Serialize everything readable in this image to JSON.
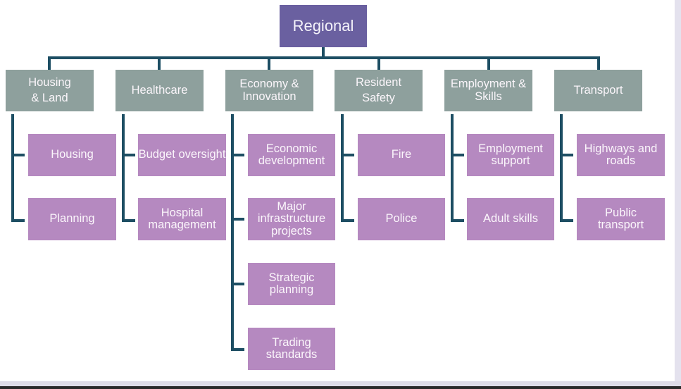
{
  "colors": {
    "root": "#6a60a0",
    "category": "#8ea09d",
    "leaf": "#b589c0",
    "connector": "#1d4e63"
  },
  "root": {
    "label": "Regional"
  },
  "categories": [
    {
      "label": "Housing & Land",
      "line1": "Housing",
      "line2": "& Land",
      "children": [
        "Housing",
        "Planning"
      ]
    },
    {
      "label": "Healthcare",
      "line1": "Healthcare",
      "line2": "",
      "children": [
        "Budget oversight",
        "Hospital management"
      ]
    },
    {
      "label": "Economy & Innovation",
      "line1": "Economy &",
      "line2": "Innovation",
      "children": [
        "Economic development",
        "Major infrastructure projects",
        "Strategic planning",
        "Trading standards"
      ]
    },
    {
      "label": "Resident Safety",
      "line1": "Resident",
      "line2": "Safety",
      "children": [
        "Fire",
        "Police"
      ]
    },
    {
      "label": "Employment & Skills",
      "line1": "Employment &",
      "line2": "Skills",
      "children": [
        "Employment support",
        "Adult skills"
      ]
    },
    {
      "label": "Transport",
      "line1": "Transport",
      "line2": "",
      "children": [
        "Highways and roads",
        "Public transport"
      ]
    }
  ]
}
